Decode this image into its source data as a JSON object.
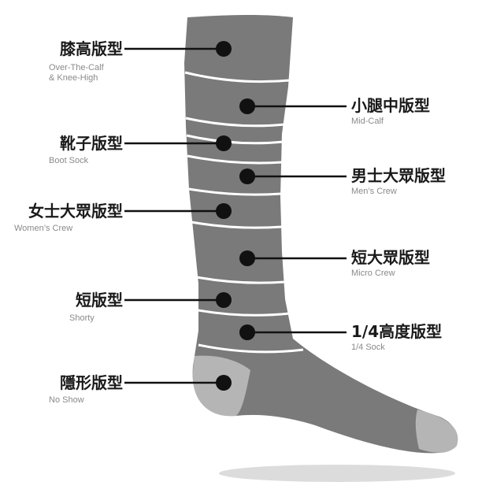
{
  "colors": {
    "sock_body": "#7a7a7a",
    "sock_light": "#b5b5b5",
    "band_line": "#ffffff",
    "dot": "#111111",
    "leader": "#111111",
    "shadow": "#dcdcdc"
  },
  "labels": {
    "knee_high": {
      "zh": "膝高版型",
      "en1": "Over-The-Calf",
      "en2": "& Knee-High"
    },
    "mid_calf": {
      "zh": "小腿中版型",
      "en1": "Mid-Calf"
    },
    "boot_sock": {
      "zh": "靴子版型",
      "en1": "Boot Sock"
    },
    "mens_crew": {
      "zh": "男士大眾版型",
      "en1": "Men’s Crew"
    },
    "womens_crew": {
      "zh": "女士大眾版型",
      "en1": "Women’s Crew"
    },
    "micro_crew": {
      "zh": "短大眾版型",
      "en1": "Micro Crew"
    },
    "shorty": {
      "zh": "短版型",
      "en1": "Shorty"
    },
    "quarter_sock": {
      "zh": "1/4高度版型",
      "en1": "1/4 Sock"
    },
    "no_show": {
      "zh": "隱形版型",
      "en1": "No Show"
    }
  }
}
